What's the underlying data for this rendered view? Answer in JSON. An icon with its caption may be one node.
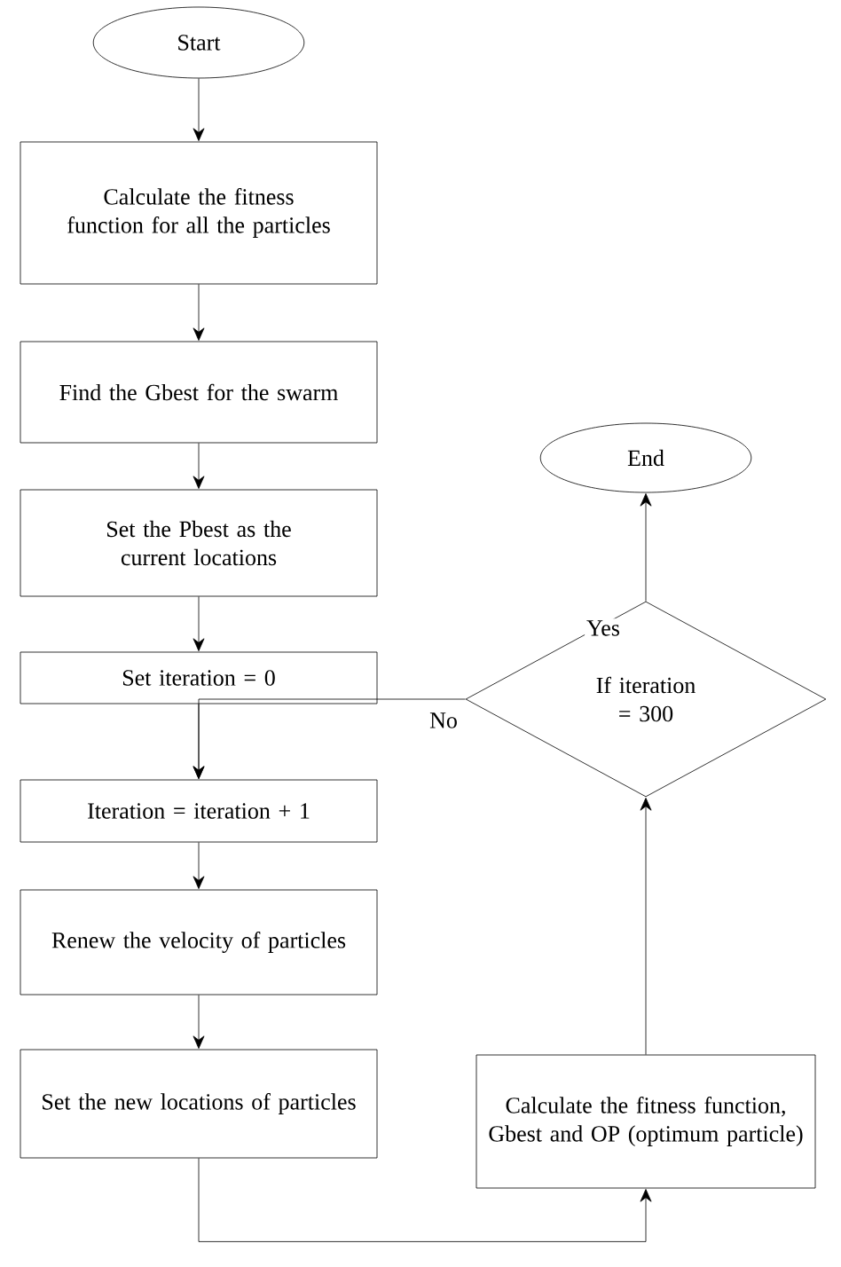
{
  "diagram": {
    "nodes": [
      {
        "text": [
          "Start"
        ]
      },
      {
        "text": [
          "Calculate the fitness function for all the particles"
        ]
      },
      {
        "text": [
          "Find the Gbest for the swarm"
        ]
      },
      {
        "text": [
          "Set the Pbest as the current locations"
        ]
      },
      {
        "text": [
          "Set iteration = 0"
        ]
      },
      {
        "text": [
          "Iteration = iteration + 1"
        ]
      },
      {
        "text": [
          "Renew the velocity of particles"
        ]
      },
      {
        "text": [
          "Set the new locations of particles"
        ]
      },
      {
        "text": [
          "Calculate the fitness function, Gbest and OP (optimum particle)"
        ]
      },
      {
        "text": [
          "If iteration = 300"
        ]
      },
      {
        "text": [
          "End"
        ]
      }
    ],
    "edges": [
      {
        "from": 0,
        "to": 1,
        "arrow": "to"
      },
      {
        "from": 1,
        "to": 2,
        "arrow": "to"
      },
      {
        "from": 2,
        "to": 3,
        "arrow": "to"
      },
      {
        "from": 3,
        "to": 4,
        "arrow": "to"
      },
      {
        "from": 4,
        "to": 5,
        "arrow": "to"
      },
      {
        "from": 9,
        "to": 5,
        "arrow": "to",
        "label": "No"
      },
      {
        "from": 5,
        "to": 6,
        "arrow": "to"
      },
      {
        "from": 6,
        "to": 7,
        "arrow": "to"
      },
      {
        "from": 7,
        "to": 8,
        "arrow": "to"
      },
      {
        "from": 8,
        "to": 9,
        "arrow": "to"
      },
      {
        "from": 9,
        "to": 10,
        "arrow": "to",
        "label": "Yes"
      }
    ]
  }
}
